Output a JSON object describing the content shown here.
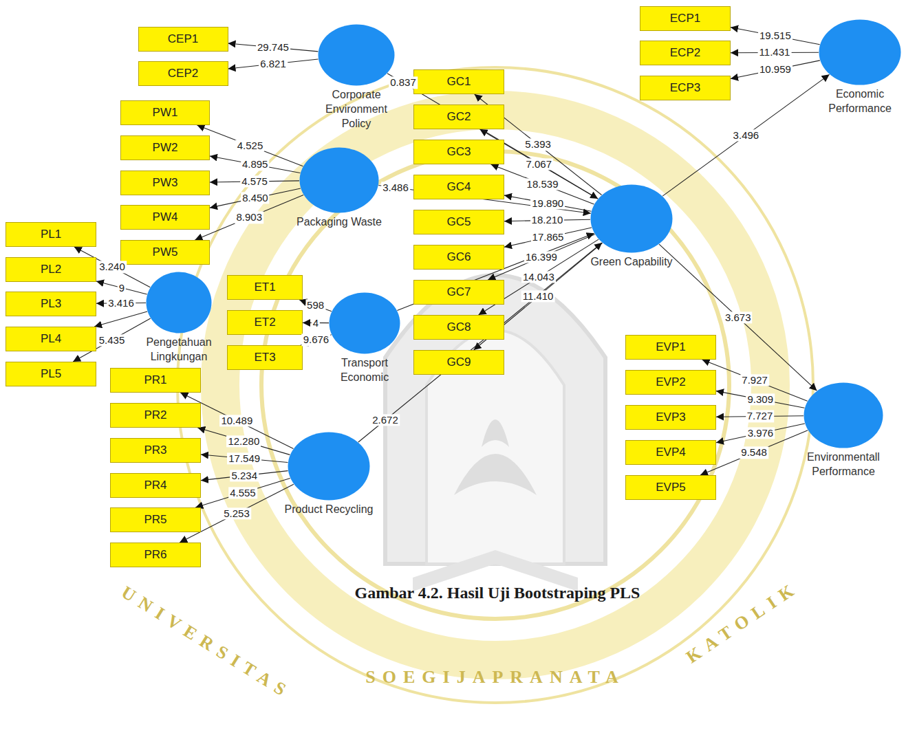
{
  "diagram": {
    "caption": "Gambar 4.2. Hasil Uji Bootstraping PLS",
    "nodes": [
      {
        "text": [
          "Corporate Environment Policy"
        ]
      },
      {
        "text": [
          "CEP1"
        ]
      },
      {
        "text": [
          "CEP2"
        ]
      },
      {
        "text": [
          "Packaging Waste"
        ]
      },
      {
        "text": [
          "PW1"
        ]
      },
      {
        "text": [
          "PW2"
        ]
      },
      {
        "text": [
          "PW3"
        ]
      },
      {
        "text": [
          "PW4"
        ]
      },
      {
        "text": [
          "PW5"
        ]
      },
      {
        "text": [
          "Pengetahuan Lingkungan"
        ]
      },
      {
        "text": [
          "PL1"
        ]
      },
      {
        "text": [
          "PL2"
        ]
      },
      {
        "text": [
          "PL3"
        ]
      },
      {
        "text": [
          "PL4"
        ]
      },
      {
        "text": [
          "PL5"
        ]
      },
      {
        "text": [
          "Transport Economic"
        ]
      },
      {
        "text": [
          "ET1"
        ]
      },
      {
        "text": [
          "ET2"
        ]
      },
      {
        "text": [
          "ET3"
        ]
      },
      {
        "text": [
          "Product Recycling"
        ]
      },
      {
        "text": [
          "PR1"
        ]
      },
      {
        "text": [
          "PR2"
        ]
      },
      {
        "text": [
          "PR3"
        ]
      },
      {
        "text": [
          "PR4"
        ]
      },
      {
        "text": [
          "PR5"
        ]
      },
      {
        "text": [
          "PR6"
        ]
      },
      {
        "text": [
          "Green Capability"
        ]
      },
      {
        "text": [
          "GC1"
        ]
      },
      {
        "text": [
          "GC2"
        ]
      },
      {
        "text": [
          "GC3"
        ]
      },
      {
        "text": [
          "GC4"
        ]
      },
      {
        "text": [
          "GC5"
        ]
      },
      {
        "text": [
          "GC6"
        ]
      },
      {
        "text": [
          "GC7"
        ]
      },
      {
        "text": [
          "GC8"
        ]
      },
      {
        "text": [
          "GC9"
        ]
      },
      {
        "text": [
          "Economic Performance"
        ]
      },
      {
        "text": [
          "ECP1"
        ]
      },
      {
        "text": [
          "ECP2"
        ]
      },
      {
        "text": [
          "ECP3"
        ]
      },
      {
        "text": [
          "Environmentall Performance"
        ]
      },
      {
        "text": [
          "EVP1"
        ]
      },
      {
        "text": [
          "EVP2"
        ]
      },
      {
        "text": [
          "EVP3"
        ]
      },
      {
        "text": [
          "EVP4"
        ]
      },
      {
        "text": [
          "EVP5"
        ]
      }
    ],
    "edges": [
      {
        "from": 0,
        "to": 1,
        "arrow": "to",
        "label": "29.745"
      },
      {
        "from": 0,
        "to": 2,
        "arrow": "to",
        "label": "6.821"
      },
      {
        "from": 3,
        "to": 4,
        "arrow": "to",
        "label": "4.525"
      },
      {
        "from": 3,
        "to": 5,
        "arrow": "to",
        "label": "4.895"
      },
      {
        "from": 3,
        "to": 6,
        "arrow": "to",
        "label": "4.575"
      },
      {
        "from": 3,
        "to": 7,
        "arrow": "to",
        "label": "8.450"
      },
      {
        "from": 3,
        "to": 8,
        "arrow": "to",
        "label": "8.903"
      },
      {
        "from": 9,
        "to": 10,
        "arrow": "to",
        "label": "3.240"
      },
      {
        "from": 9,
        "to": 11,
        "arrow": "to",
        "label": "9"
      },
      {
        "from": 9,
        "to": 12,
        "arrow": "to",
        "label": "3.416"
      },
      {
        "from": 9,
        "to": 13,
        "arrow": "to"
      },
      {
        "from": 9,
        "to": 14,
        "arrow": "to",
        "label": "5.435"
      },
      {
        "from": 15,
        "to": 16,
        "arrow": "to",
        "label": "598"
      },
      {
        "from": 15,
        "to": 17,
        "arrow": "to",
        "label": "4"
      },
      {
        "from": 15,
        "to": 18,
        "arrow": "to",
        "label": "9.676"
      },
      {
        "from": 19,
        "to": 20,
        "arrow": "to",
        "label": "10.489"
      },
      {
        "from": 19,
        "to": 21,
        "arrow": "to",
        "label": "12.280"
      },
      {
        "from": 19,
        "to": 22,
        "arrow": "to",
        "label": "17.549"
      },
      {
        "from": 19,
        "to": 23,
        "arrow": "to",
        "label": "5.234"
      },
      {
        "from": 19,
        "to": 24,
        "arrow": "to",
        "label": "4.555"
      },
      {
        "from": 19,
        "to": 25,
        "arrow": "to",
        "label": "5.253"
      },
      {
        "from": 26,
        "to": 27,
        "arrow": "to",
        "label": "5.393"
      },
      {
        "from": 26,
        "to": 28,
        "arrow": "to",
        "label": "7.067"
      },
      {
        "from": 26,
        "to": 29,
        "arrow": "to",
        "label": "18.539"
      },
      {
        "from": 26,
        "to": 30,
        "arrow": "to",
        "label": "19.890"
      },
      {
        "from": 26,
        "to": 31,
        "arrow": "to",
        "label": "18.210"
      },
      {
        "from": 26,
        "to": 32,
        "arrow": "to",
        "label": "17.865"
      },
      {
        "from": 26,
        "to": 33,
        "arrow": "to",
        "label": "16.399"
      },
      {
        "from": 26,
        "to": 34,
        "arrow": "to",
        "label": "14.043"
      },
      {
        "from": 26,
        "to": 35,
        "arrow": "to",
        "label": "11.410"
      },
      {
        "from": 36,
        "to": 37,
        "arrow": "to",
        "label": "19.515"
      },
      {
        "from": 36,
        "to": 38,
        "arrow": "to",
        "label": "11.431"
      },
      {
        "from": 36,
        "to": 39,
        "arrow": "to",
        "label": "10.959"
      },
      {
        "from": 40,
        "to": 41,
        "arrow": "to",
        "label": "7.927"
      },
      {
        "from": 40,
        "to": 42,
        "arrow": "to",
        "label": "9.309"
      },
      {
        "from": 40,
        "to": 43,
        "arrow": "to",
        "label": "7.727"
      },
      {
        "from": 40,
        "to": 44,
        "arrow": "to",
        "label": "3.976"
      },
      {
        "from": 40,
        "to": 45,
        "arrow": "to",
        "label": "9.548"
      },
      {
        "from": 0,
        "to": 26,
        "arrow": "to",
        "label": "0.837"
      },
      {
        "from": 3,
        "to": 26,
        "arrow": "to",
        "label": "3.486"
      },
      {
        "from": 15,
        "to": 26,
        "arrow": "to"
      },
      {
        "from": 19,
        "to": 26,
        "arrow": "to",
        "label": "2.672"
      },
      {
        "from": 26,
        "to": 36,
        "arrow": "to",
        "label": "3.496"
      },
      {
        "from": 26,
        "to": 40,
        "arrow": "to",
        "label": "3.673"
      }
    ],
    "labels": [
      "UNIVERSITAS",
      "KATOLIK",
      "SOEGIJAPRANATA"
    ]
  }
}
